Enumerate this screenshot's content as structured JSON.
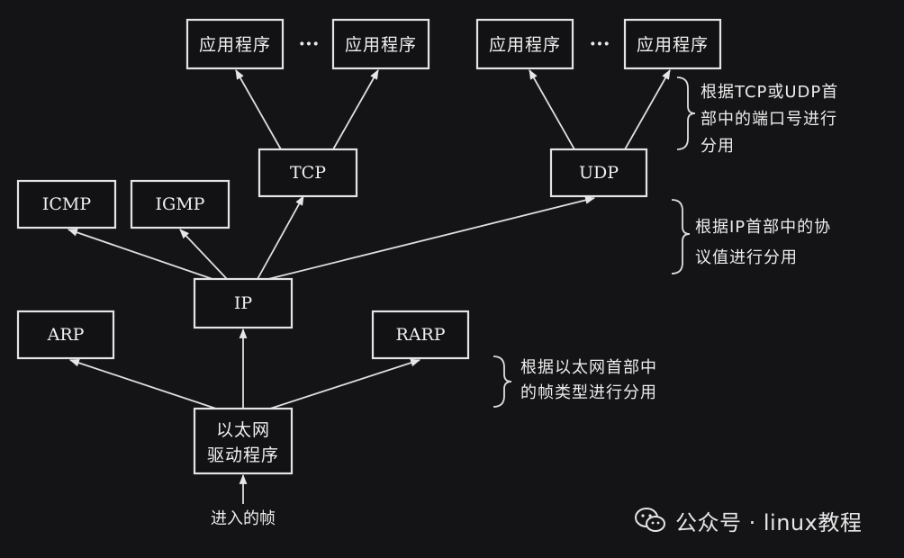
{
  "nodes": {
    "app1": "应用程序",
    "app2": "应用程序",
    "app3": "应用程序",
    "app4": "应用程序",
    "tcp": "TCP",
    "udp": "UDP",
    "icmp": "ICMP",
    "igmp": "IGMP",
    "ip": "IP",
    "arp": "ARP",
    "rarp": "RARP",
    "driver_line1": "以太网",
    "driver_line2": "驱动程序"
  },
  "ellipsis_left": "···",
  "ellipsis_right": "···",
  "input_label": "进入的帧",
  "notes": {
    "port_demux": [
      "根据TCP或UDP首",
      "部中的端口号进行",
      "分用"
    ],
    "ip_demux": [
      "根据IP首部中的协",
      "议值进行分用"
    ],
    "ethernet_demux": [
      "根据以太网首部中",
      "的帧类型进行分用"
    ]
  },
  "watermark": {
    "icon": "wechat-icon",
    "text": "公众号 · linux教程"
  },
  "colors": {
    "background": "#141416",
    "foreground": "#e4e4e4"
  }
}
